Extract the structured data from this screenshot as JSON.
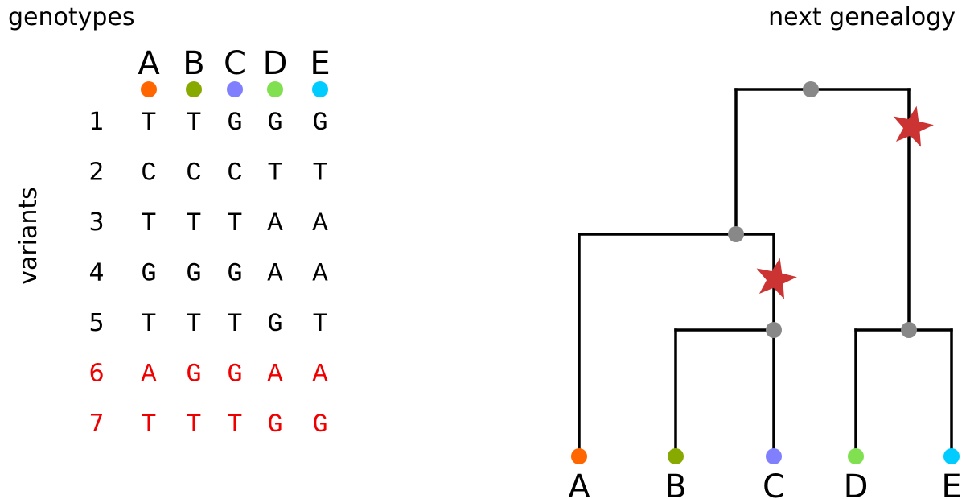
{
  "left_title": "genotypes",
  "right_title": "next genealogy",
  "variants_label": "variants",
  "samples": [
    {
      "label": "A",
      "color": "#ff6600"
    },
    {
      "label": "B",
      "color": "#88aa00"
    },
    {
      "label": "C",
      "color": "#8080ff"
    },
    {
      "label": "D",
      "color": "#80e050"
    },
    {
      "label": "E",
      "color": "#00ccff"
    }
  ],
  "variants": [
    {
      "id": "1",
      "bases": [
        "T",
        "T",
        "G",
        "G",
        "G"
      ],
      "highlight": false
    },
    {
      "id": "2",
      "bases": [
        "C",
        "C",
        "C",
        "T",
        "T"
      ],
      "highlight": false
    },
    {
      "id": "3",
      "bases": [
        "T",
        "T",
        "T",
        "A",
        "A"
      ],
      "highlight": false
    },
    {
      "id": "4",
      "bases": [
        "G",
        "G",
        "G",
        "A",
        "A"
      ],
      "highlight": false
    },
    {
      "id": "5",
      "bases": [
        "T",
        "T",
        "T",
        "G",
        "T"
      ],
      "highlight": false
    },
    {
      "id": "6",
      "bases": [
        "A",
        "G",
        "G",
        "A",
        "A"
      ],
      "highlight": true
    },
    {
      "id": "7",
      "bases": [
        "T",
        "T",
        "T",
        "G",
        "G"
      ],
      "highlight": true
    }
  ],
  "colors": {
    "text": "#000000",
    "highlight": "#ee0000",
    "internal_node": "#888888",
    "mutation_star": "#cc3333",
    "branch": "#000000"
  },
  "tree": {
    "leaves": [
      "A",
      "B",
      "C",
      "D",
      "E"
    ],
    "internal_nodes": [
      {
        "id": "root",
        "children": [
          "ABC",
          "DE"
        ]
      },
      {
        "id": "ABC",
        "children": [
          "A",
          "BC"
        ]
      },
      {
        "id": "BC",
        "children": [
          "B",
          "C"
        ]
      },
      {
        "id": "DE",
        "children": [
          "D",
          "E"
        ]
      }
    ],
    "mutations": [
      {
        "on_branch_above": "BC"
      },
      {
        "on_branch_above": "DE"
      }
    ]
  }
}
